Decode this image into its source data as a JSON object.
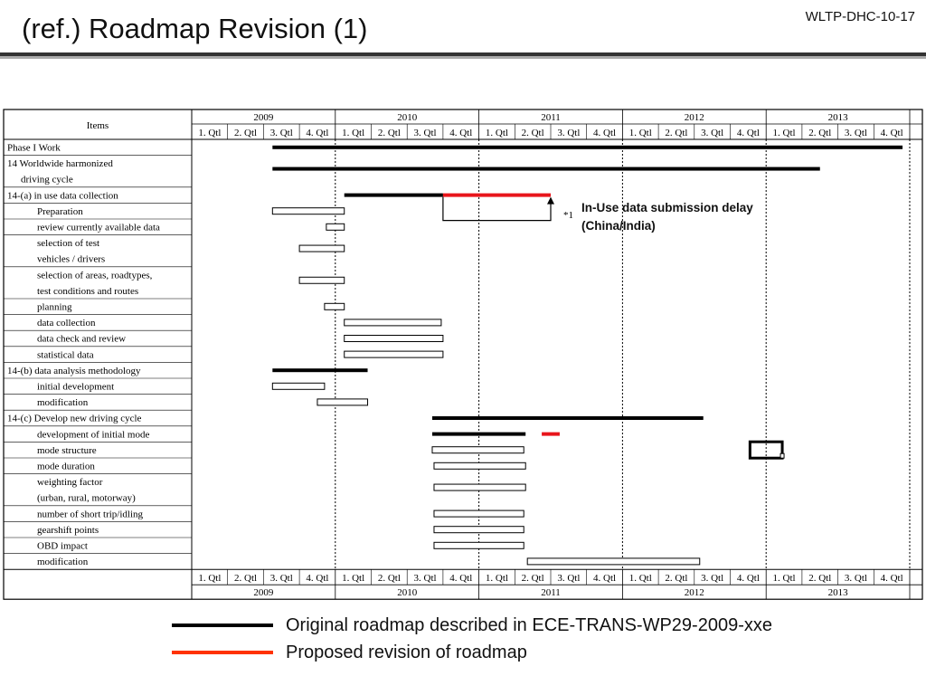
{
  "header": {
    "title": "(ref.) Roadmap Revision (1)",
    "doc_id": "WLTP-DHC-10-17"
  },
  "table": {
    "items_header": "Items",
    "years": [
      "2009",
      "2010",
      "2011",
      "2012",
      "2013"
    ],
    "quarters": [
      "1. Qtl",
      "2. Qtl",
      "3. Qtl",
      "4. Qtl"
    ],
    "rows": [
      {
        "lines": [
          "Phase I Work"
        ],
        "indent": false
      },
      {
        "lines": [
          "14 Worldwide harmonized",
          "driving cycle"
        ],
        "indent": false
      },
      {
        "lines": [
          "14-(a) in use data collection"
        ],
        "indent": false
      },
      {
        "lines": [
          "Preparation"
        ],
        "indent": true
      },
      {
        "lines": [
          "review currently available data"
        ],
        "indent": true
      },
      {
        "lines": [
          "selection of test",
          "vehicles / drivers"
        ],
        "indent": true
      },
      {
        "lines": [
          "selection of areas, roadtypes,",
          "test conditions and routes"
        ],
        "indent": true
      },
      {
        "lines": [
          "planning"
        ],
        "indent": true
      },
      {
        "lines": [
          "data collection"
        ],
        "indent": true
      },
      {
        "lines": [
          "data check and review"
        ],
        "indent": true
      },
      {
        "lines": [
          "statistical data"
        ],
        "indent": true
      },
      {
        "lines": [
          "14-(b) data analysis methodology"
        ],
        "indent": false
      },
      {
        "lines": [
          "initial development"
        ],
        "indent": true
      },
      {
        "lines": [
          "modification"
        ],
        "indent": true
      },
      {
        "lines": [
          "14-(c) Develop new driving cycle"
        ],
        "indent": false
      },
      {
        "lines": [
          "development of initial mode"
        ],
        "indent": true
      },
      {
        "lines": [
          "mode structure"
        ],
        "indent": true
      },
      {
        "lines": [
          "mode duration"
        ],
        "indent": true
      },
      {
        "lines": [
          "weighting factor",
          "(urban, rural, motorway)"
        ],
        "indent": true
      },
      {
        "lines": [
          "number of short trip/idling"
        ],
        "indent": true
      },
      {
        "lines": [
          "gearshift points"
        ],
        "indent": true
      },
      {
        "lines": [
          "OBD impact"
        ],
        "indent": true
      },
      {
        "lines": [
          "modification"
        ],
        "indent": true
      }
    ],
    "bars": [
      {
        "row": 0,
        "start": 2.25,
        "end": 19.8,
        "style": "original"
      },
      {
        "row": 1,
        "start": 2.25,
        "end": 17.5,
        "style": "original"
      },
      {
        "row": 2,
        "start": 4.25,
        "end": 7.0,
        "style": "original"
      },
      {
        "row": 2,
        "start": 7.0,
        "end": 10.0,
        "style": "proposed"
      },
      {
        "row": 3,
        "start": 2.25,
        "end": 4.25,
        "style": "box"
      },
      {
        "row": 4,
        "start": 3.75,
        "end": 4.25,
        "style": "box"
      },
      {
        "row": 5,
        "start": 3.0,
        "end": 4.25,
        "style": "box"
      },
      {
        "row": 6,
        "start": 3.0,
        "end": 4.25,
        "style": "box"
      },
      {
        "row": 7,
        "start": 3.7,
        "end": 4.25,
        "style": "box"
      },
      {
        "row": 8,
        "start": 4.25,
        "end": 6.95,
        "style": "box"
      },
      {
        "row": 9,
        "start": 4.25,
        "end": 7.0,
        "style": "box"
      },
      {
        "row": 10,
        "start": 4.25,
        "end": 7.0,
        "style": "box"
      },
      {
        "row": 11,
        "start": 2.25,
        "end": 4.9,
        "style": "original"
      },
      {
        "row": 12,
        "start": 2.25,
        "end": 3.7,
        "style": "box"
      },
      {
        "row": 13,
        "start": 3.5,
        "end": 4.9,
        "style": "box"
      },
      {
        "row": 14,
        "start": 6.7,
        "end": 14.25,
        "style": "original"
      },
      {
        "row": 15,
        "start": 6.7,
        "end": 9.3,
        "style": "original"
      },
      {
        "row": 15,
        "start": 9.75,
        "end": 10.25,
        "style": "proposed"
      },
      {
        "row": 16,
        "start": 6.7,
        "end": 9.25,
        "style": "box"
      },
      {
        "row": 17,
        "start": 6.75,
        "end": 9.3,
        "style": "box"
      },
      {
        "row": 18,
        "start": 6.75,
        "end": 9.3,
        "style": "box"
      },
      {
        "row": 19,
        "start": 6.75,
        "end": 9.25,
        "style": "box"
      },
      {
        "row": 20,
        "start": 6.75,
        "end": 9.25,
        "style": "box"
      },
      {
        "row": 21,
        "start": 6.75,
        "end": 9.25,
        "style": "box"
      },
      {
        "row": 22,
        "start": 9.35,
        "end": 14.15,
        "style": "box"
      }
    ],
    "milestone_box": {
      "row": 16,
      "start": 15.5,
      "end": 16.5
    }
  },
  "callout": {
    "ref_mark": "*1",
    "line1": "In-Use data submission delay",
    "line2": "(China/India)"
  },
  "legend": [
    {
      "label": "Original roadmap described in ECE-TRANS-WP29-2009-xxe",
      "color": "#000000"
    },
    {
      "label": "Proposed revision of roadmap",
      "color": "#ff3300"
    }
  ],
  "colors": {
    "original": "#000000",
    "proposed": "#e8151b"
  }
}
